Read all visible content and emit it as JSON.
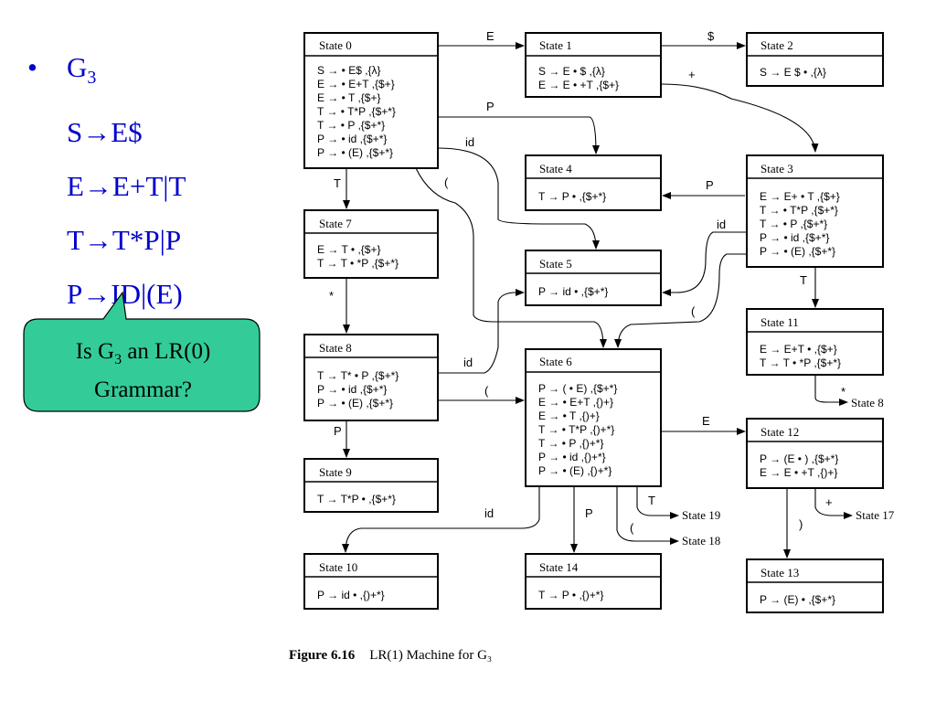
{
  "grammar": {
    "bullet": "•",
    "name": "G",
    "name_sub": "3",
    "rules": [
      "S→E$",
      "E→E+T|T",
      "T→T*P|P",
      "P→ID|(E)"
    ]
  },
  "callout": {
    "prefix": "Is G",
    "sub": "3",
    "suffix": " an LR(0)",
    "line2": "Grammar?",
    "fill": "#33cc99"
  },
  "states": [
    {
      "id": "s0",
      "title": "State 0",
      "items": [
        "S → • E$   ,{λ}",
        "E → • E+T  ,{$+}",
        "E → • T    ,{$+}",
        "T → • T*P  ,{$+*}",
        "T → • P    ,{$+*}",
        "P → • id   ,{$+*}",
        "P → • (E)  ,{$+*}"
      ]
    },
    {
      "id": "s1",
      "title": "State 1",
      "items": [
        "S → E • $ ,{λ}",
        "E → E • +T ,{$+}"
      ]
    },
    {
      "id": "s2",
      "title": "State 2",
      "items": [
        "S → E $ • ,{λ}"
      ]
    },
    {
      "id": "s3",
      "title": "State 3",
      "items": [
        "E → E+ • T ,{$+}",
        "T → • T*P ,{$+*}",
        "T → • P   ,{$+*}",
        "P → • id  ,{$+*}",
        "P → • (E) ,{$+*}"
      ]
    },
    {
      "id": "s4",
      "title": "State 4",
      "items": [
        "T → P •   ,{$+*}"
      ]
    },
    {
      "id": "s5",
      "title": "State 5",
      "items": [
        "P → id •  ,{$+*}"
      ]
    },
    {
      "id": "s6",
      "title": "State 6",
      "items": [
        "P → ( • E) ,{$+*}",
        "E → • E+T ,{)+}",
        "E → • T   ,{)+}",
        "T → • T*P ,{)+*}",
        "T → • P   ,{)+*}",
        "P → • id  ,{)+*}",
        "P → • (E) ,{)+*}"
      ]
    },
    {
      "id": "s7",
      "title": "State 7",
      "items": [
        "E → T •   ,{$+}",
        "T → T • *P ,{$+*}"
      ]
    },
    {
      "id": "s8",
      "title": "State 8",
      "items": [
        "T → T* • P ,{$+*}",
        "P → • id  ,{$+*}",
        "P → • (E) ,{$+*}"
      ]
    },
    {
      "id": "s9",
      "title": "State 9",
      "items": [
        "T → T*P • ,{$+*}"
      ]
    },
    {
      "id": "s10",
      "title": "State 10",
      "items": [
        "P → id •  ,{)+*}"
      ]
    },
    {
      "id": "s11",
      "title": "State 11",
      "items": [
        "E → E+T • ,{$+}",
        "T → T • *P ,{$+*}"
      ]
    },
    {
      "id": "s12",
      "title": "State 12",
      "items": [
        "P → (E • ) ,{$+*}",
        "E → E • +T ,{)+}"
      ]
    },
    {
      "id": "s13",
      "title": "State 13",
      "items": [
        "P → (E) • ,{$+*}"
      ]
    },
    {
      "id": "s14",
      "title": "State 14",
      "items": [
        "T → P •   ,{)+*}"
      ]
    }
  ],
  "edge_labels": {
    "e_0_1": "E",
    "e_1_2": "$",
    "e_1_3": "+",
    "e_0_4": "P",
    "e_0_5": "id",
    "e_0_6": "(",
    "e_3_4": "P",
    "e_3_5": "id",
    "e_3_6": "(",
    "e_3_11": "T",
    "e_11_8": "*",
    "e_0_7": "T",
    "e_7_8": "*",
    "e_8_5": "id",
    "e_8_6": "(",
    "e_8_9": "P",
    "e_6_12": "E",
    "e_6_19": "T",
    "e_6_18": "(",
    "e_6_14": "P",
    "e_6_10": "id",
    "e_12_17": "+",
    "e_12_13": ")"
  },
  "external_targets": {
    "s8_ref": "State 8",
    "s19_ref": "State 19",
    "s18_ref": "State 18",
    "s17_ref": "State 17"
  },
  "caption": {
    "number": "Figure 6.16",
    "text": "LR(1) Machine for G₃"
  }
}
